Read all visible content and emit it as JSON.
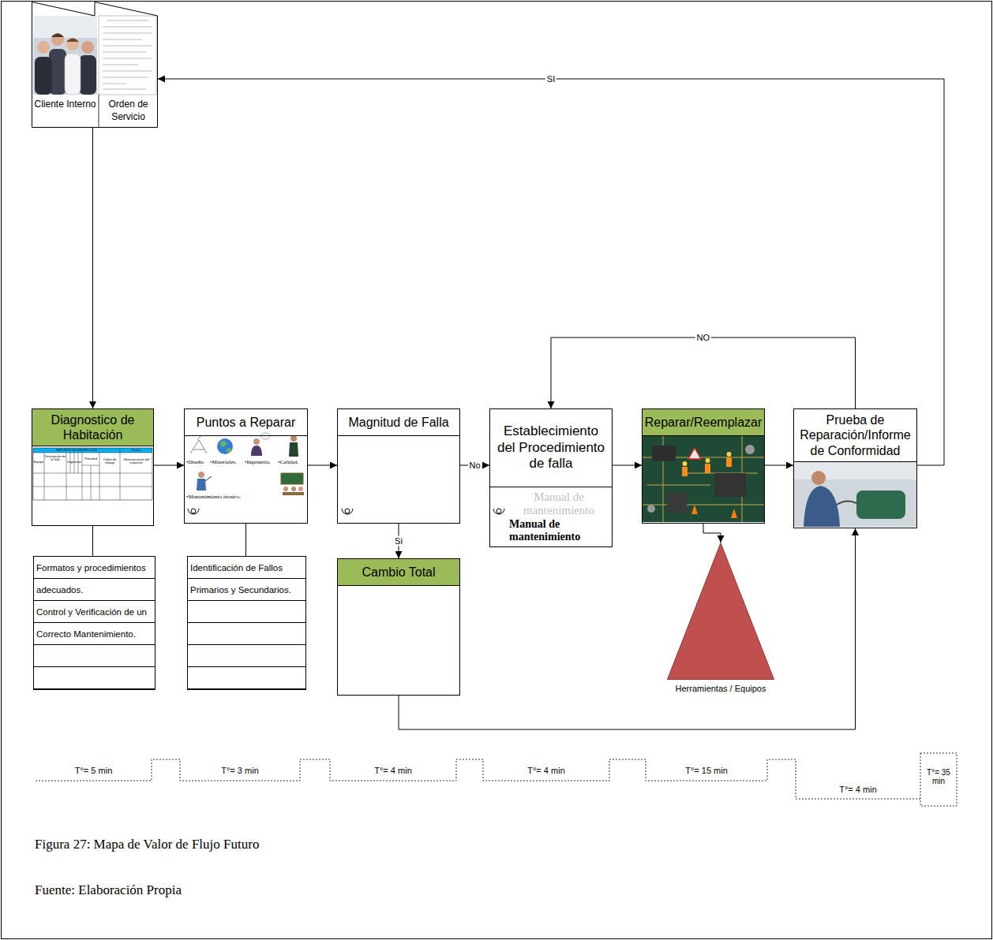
{
  "diagram": {
    "caption": "Figura 27: Mapa de Valor de Flujo Futuro",
    "nodes": [
      {
        "text": [
          "Cliente Interno",
          "Orden de Servicio"
        ]
      },
      {
        "text": [
          "Diagnostico de Habitación"
        ]
      },
      {
        "text": [
          "Puntos a Reparar",
          "•Diseño",
          "•Materiales.",
          "•Ingeniería.",
          "•Calidad.",
          "•Mantenimiento técnico."
        ]
      },
      {
        "text": [
          "Magnitud de Falla"
        ]
      },
      {
        "text": [
          "Establecimiento del Procedimiento de falla",
          "Manual de mantenimiento",
          "Manual de mantenimiento"
        ]
      },
      {
        "text": [
          "Reparar/Reemplazar"
        ]
      },
      {
        "text": [
          "Prueba de Reparación/Informe de Conformidad"
        ]
      },
      {
        "text": [
          "Formatos y procedimientos adecuados.",
          "Control y Verificación de un Correcto Mantenimiento."
        ]
      },
      {
        "text": [
          "Identificación de Fallos Primarios y Secundarios."
        ]
      },
      {
        "text": [
          "Cambio Total"
        ]
      },
      {
        "text": [
          "Herramientas / Equipos"
        ]
      }
    ],
    "edges": [
      {
        "from": 0,
        "to": 1,
        "arrow": "to"
      },
      {
        "from": 1,
        "to": 2,
        "arrow": "to"
      },
      {
        "from": 2,
        "to": 3,
        "arrow": "to"
      },
      {
        "from": 3,
        "to": 4,
        "label": "No",
        "arrow": "to"
      },
      {
        "from": 4,
        "to": 5,
        "arrow": "to"
      },
      {
        "from": 5,
        "to": 6,
        "arrow": "to"
      },
      {
        "from": 6,
        "to": 4,
        "label": "NO",
        "arrow": "to"
      },
      {
        "from": 6,
        "to": 0,
        "label": "SI",
        "arrow": "to"
      },
      {
        "from": 3,
        "to": 9,
        "label": "Si",
        "arrow": "to"
      },
      {
        "from": 9,
        "to": 6,
        "arrow": "to"
      },
      {
        "from": 1,
        "to": 7,
        "arrow": "none"
      },
      {
        "from": 2,
        "to": 8,
        "arrow": "none"
      },
      {
        "from": 5,
        "to": 10,
        "arrow": "to"
      }
    ],
    "labels": [
      "REPORTE DE INSPECCION",
      "Fecha",
      "Equipo",
      "Descripción de la falla",
      "Urgencias",
      "Prioridad",
      "Orden de trabajo",
      "Observaciones del inspector",
      "T°= 5 min",
      "T°= 3 min",
      "T°= 4 min",
      "T°= 4 min",
      "T°= 15 min",
      "T°= 4 min",
      "T°= 35 min",
      "Fuente: Elaboración Propia"
    ]
  }
}
